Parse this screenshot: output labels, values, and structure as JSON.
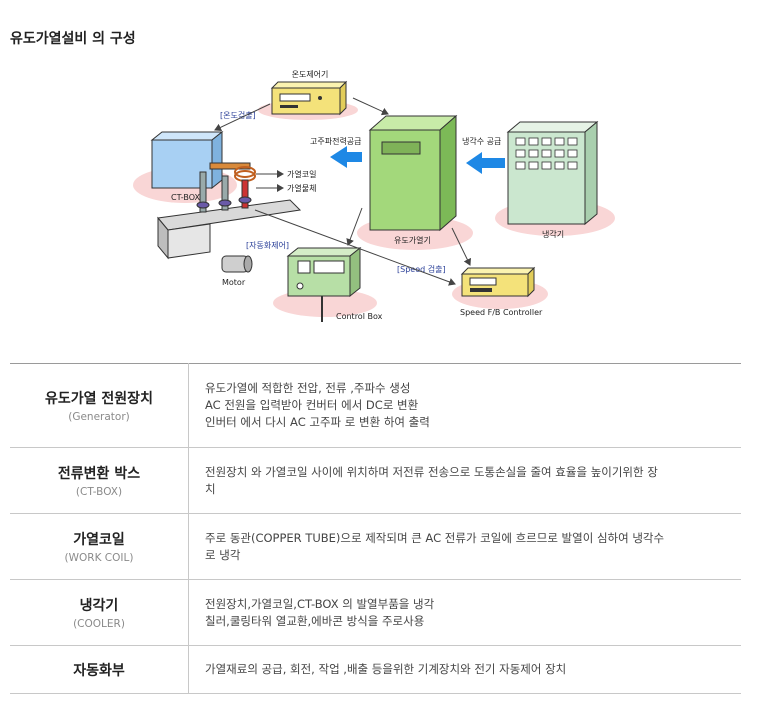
{
  "page_title": "유도가열설비 의 구성",
  "diagram": {
    "temp_controller": "온도제어기",
    "temp_detect": "[온도검출]",
    "high_freq_supply": "고주파전력공급",
    "coolant_supply": "냉각수 공급",
    "ct_box": "CT-BOX",
    "heating_coil": "가열코일",
    "heated_object": "가열물체",
    "induction_heater": "유도가열기",
    "cooler": "냉각기",
    "automation": "[자동화제어]",
    "motor": "Motor",
    "control_box": "Control Box",
    "speed_detect": "[Speed 검출]",
    "speed_controller": "Speed F/B Controller"
  },
  "table": [
    {
      "title": "유도가열 전원장치",
      "sub": "(Generator)",
      "lines": [
        "유도가열에 적합한 전압, 전류 ,주파수 생성",
        "AC 전원을 입력받아 컨버터 에서 DC로 변환",
        "인버터 에서 다시 AC 고주파 로 변환 하여 출력"
      ]
    },
    {
      "title": "전류변환 박스",
      "sub": "(CT-BOX)",
      "lines": [
        "전원장치 와 가열코일 사이에 위치하며 저전류 전송으로 도통손실을 줄여 효율을 높이기위한 장",
        "치"
      ]
    },
    {
      "title": "가열코일",
      "sub": "(WORK COIL)",
      "lines": [
        "주로 동관(COPPER TUBE)으로 제작되며 큰 AC 전류가 코일에 흐르므로 발열이 심하여 냉각수",
        "로 냉각"
      ]
    },
    {
      "title": "냉각기",
      "sub": "(COOLER)",
      "lines": [
        "전원장치,가열코일,CT-BOX 의 발열부품을 냉각",
        "칠러,쿨링타워 열교환,에바콘 방식을 주로사용"
      ]
    },
    {
      "title": "자동화부",
      "sub": "",
      "lines": [
        "가열재료의 공급, 회전, 작업 ,배출 등을위한 기계장치와 전기 자동제어 장치"
      ]
    }
  ]
}
